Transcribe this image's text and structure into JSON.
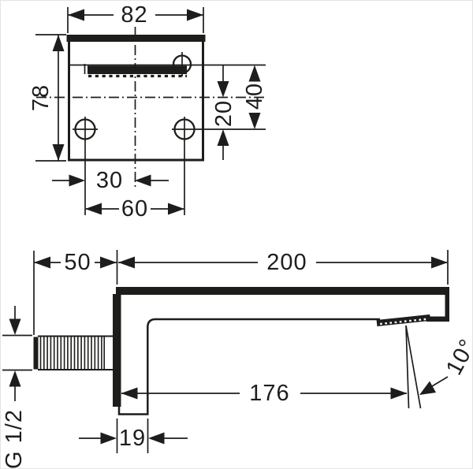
{
  "front_view": {
    "plate_width": "82",
    "plate_height": "78",
    "outlet_to_screw_holes": "40",
    "centerline_to_screw_holes": "20",
    "screw_hole_to_center": "30",
    "screw_hole_spacing": "60"
  },
  "side_view": {
    "wall_stub_length": "50",
    "spout_length": "200",
    "stream_reach": "176",
    "spout_drop_width": "19",
    "stream_angle": "10°",
    "thread_size": "G 1/2"
  },
  "style": {
    "ink_color": "#1d1d1b",
    "background_color": "#ffffff"
  }
}
